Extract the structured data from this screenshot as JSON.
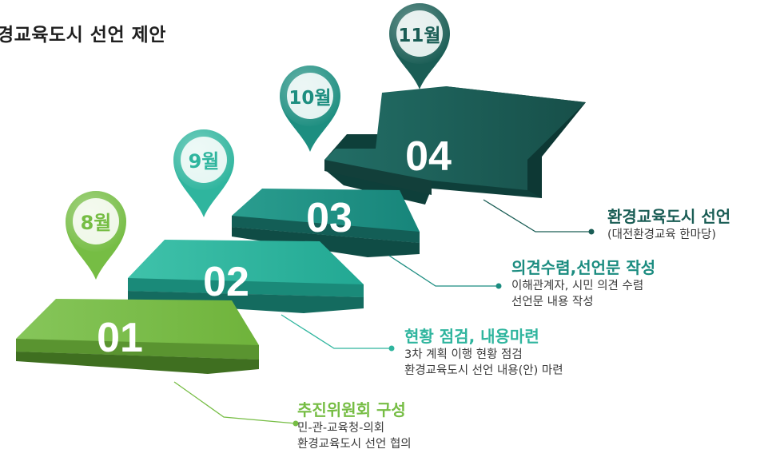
{
  "title": "경교육도시 선언 제안",
  "steps": [
    {
      "number": "01",
      "month": "8월",
      "heading": "추진위원회 구성",
      "lines": [
        "민-관-교육청-의회",
        "환경교육도시 선언 협의"
      ],
      "color": "#7cbf46"
    },
    {
      "number": "02",
      "month": "9월",
      "heading": "현황 점검, 내용마련",
      "lines": [
        "3차 계획 이행 현황 점검",
        "환경교육도시 선언 내용(안) 마련"
      ],
      "color": "#2fb59e"
    },
    {
      "number": "03",
      "month": "10월",
      "heading": "의견수렴,선언문 작성",
      "lines": [
        "이해관계자, 시민 의견 수렴",
        "선언문 내용 작성"
      ],
      "color": "#1b8c80"
    },
    {
      "number": "04",
      "month": "11월",
      "heading": "환경교육도시 선언",
      "lines": [
        "(대전환경교육 한마당)"
      ],
      "color": "#1a5d55"
    }
  ]
}
